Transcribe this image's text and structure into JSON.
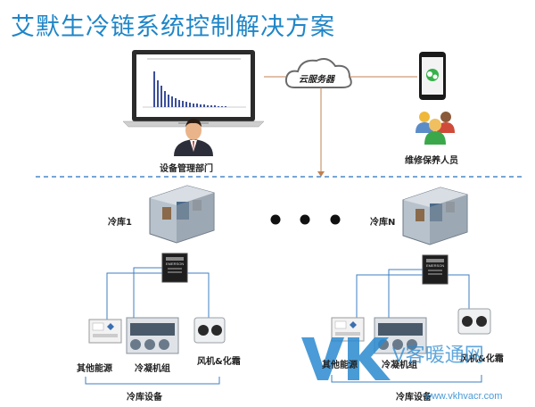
{
  "title": "艾默生冷链系统控制解决方案",
  "cloud_label": "云服务器",
  "top": {
    "management_label": "设备管理部门",
    "maintenance_label": "维修保养人员"
  },
  "left_store": {
    "label": "冷库1",
    "other_energy": "其他能源",
    "condensing_unit": "冷凝机组",
    "fan_defrost": "风机&化霜",
    "equipment": "冷库设备"
  },
  "right_store": {
    "label": "冷库N",
    "other_energy": "其他能源",
    "condensing_unit": "冷凝机组",
    "fan_defrost": "风机&化霜",
    "equipment": "冷库设备"
  },
  "controller_brand": "EMERSON",
  "watermark": {
    "logo_text": "VK",
    "site_name": "暖通网",
    "prefix": "V客",
    "url": "www.vkhvacr.com"
  },
  "colors": {
    "title": "#1f86c8",
    "line": "#3d7fc0",
    "dashed": "#4a88c8",
    "watermark": "#2a8ad0"
  }
}
